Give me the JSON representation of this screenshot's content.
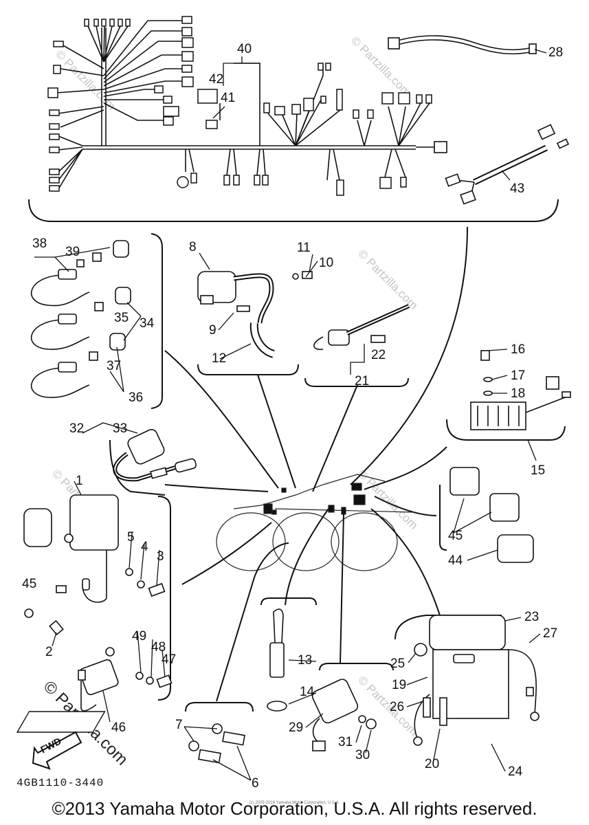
{
  "diagram": {
    "part_number": "4GB1110-3440",
    "copyright": "©2013 Yamaha Motor Corporation, U.S.A. All rights reserved.",
    "small_copyright": "(c) 2005-2016 Yamaha Motor Corporation, U.S.A.",
    "watermark": "© Partzilla.com",
    "fwd_label": "FWD",
    "callouts": [
      "1",
      "2",
      "3",
      "4",
      "5",
      "6",
      "7",
      "8",
      "9",
      "10",
      "11",
      "12",
      "13",
      "14",
      "15",
      "16",
      "17",
      "18",
      "19",
      "20",
      "21",
      "22",
      "23",
      "24",
      "25",
      "26",
      "27",
      "28",
      "29",
      "30",
      "31",
      "32",
      "33",
      "34",
      "35",
      "36",
      "37",
      "38",
      "39",
      "40",
      "41",
      "42",
      "43",
      "44",
      "45",
      "45",
      "46",
      "47",
      "48",
      "49"
    ]
  }
}
